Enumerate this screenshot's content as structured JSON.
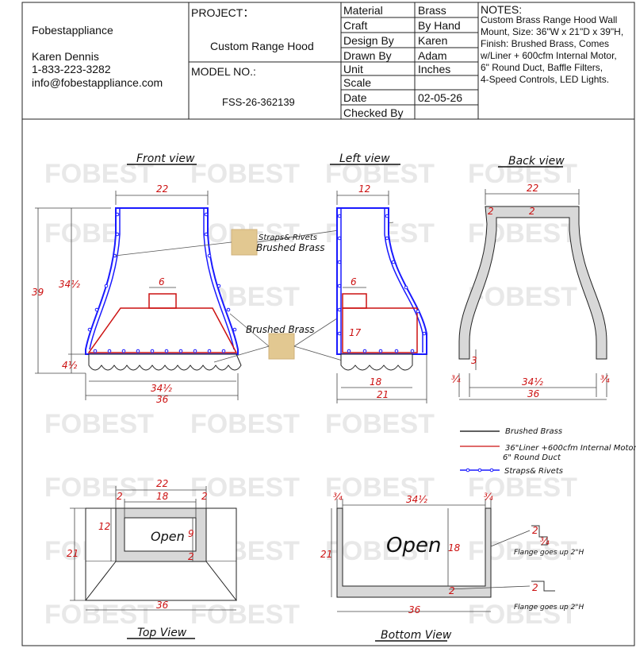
{
  "company": {
    "name": "Fobestappliance",
    "contact_name": "Karen Dennis",
    "phone": "1-833-223-3282",
    "email": "info@fobestappliance.com"
  },
  "project": {
    "label": "PROJECT：",
    "value": "Custom Range Hood",
    "model_label": "MODEL NO.:",
    "model_value": "FSS-26-362139"
  },
  "spec_table": [
    {
      "label": "Material",
      "value": "Brass"
    },
    {
      "label": "Craft",
      "value": "By Hand"
    },
    {
      "label": "Design By",
      "value": "Karen"
    },
    {
      "label": "Drawn By",
      "value": "Adam"
    },
    {
      "label": "Unit",
      "value": "Inches"
    },
    {
      "label": "Scale",
      "value": ""
    },
    {
      "label": "Date",
      "value": "02-05-26"
    },
    {
      "label": "Checked By",
      "value": ""
    }
  ],
  "notes": {
    "title": "NOTES:",
    "lines": [
      "Custom Brass Range Hood Wall",
      "Mount, Size: 36\"W x 21\"D x 39\"H,",
      "Finish: Brushed Brass, Comes",
      "w/Liner + 600cfm Internal Motor,",
      "6\" Round Duct, Baffle Filters,",
      "4-Speed Controls, LED Lights."
    ]
  },
  "views": {
    "front": "Front view",
    "left": "Left view",
    "back": "Back view",
    "top": "Top View",
    "bottom": "Bottom View"
  },
  "callouts": {
    "straps_rivets": "Straps& Rivets",
    "brushed_brass": "Brushed Brass",
    "brushed_brass_2": "Brushed Brass",
    "open_top": "Open",
    "open_bottom": "Open",
    "flange_1": "Flange goes up 2\"H",
    "flange_2": "Flange goes up 2\"H"
  },
  "legend": [
    {
      "label": "Brushed Brass",
      "color": "#000000"
    },
    {
      "label": "36\"Liner +600cfm Internal Motor",
      "label2": "6\" Round Duct",
      "color": "#cc1111"
    },
    {
      "label": "Straps& Rivets",
      "color": "#1a1aff"
    }
  ],
  "dimensions": {
    "front": {
      "top": "22",
      "height": "39",
      "body": "34½",
      "skirt": "4½",
      "duct": "6",
      "inner": "34½",
      "width": "36"
    },
    "left": {
      "top": "12",
      "duct": "6",
      "liner": "17",
      "bottom_inner": "18",
      "bottom": "21"
    },
    "back": {
      "top": "22",
      "wall_a": "2",
      "wall_b": "2",
      "skirt": "3",
      "side_l": "¾",
      "inner": "34½",
      "side_r": "¾",
      "width": "36"
    },
    "top": {
      "w22": "22",
      "w18": "18",
      "m2a": "2",
      "m2b": "2",
      "depth12": "12",
      "depth21": "21",
      "d9": "9",
      "d2": "2",
      "width36": "36"
    },
    "bottom": {
      "l34": "¾",
      "inner": "34½",
      "r34": "¾",
      "depth": "21",
      "d18": "18",
      "d2": "2",
      "width": "36",
      "f2a": "2",
      "f34": "¾",
      "f2b": "2"
    }
  },
  "watermark": "FOBEST",
  "colors": {
    "brass_swatch": "#e2c891",
    "strap": "#1a1aff",
    "liner": "#cc1111",
    "panel": "#d8d8d8"
  }
}
